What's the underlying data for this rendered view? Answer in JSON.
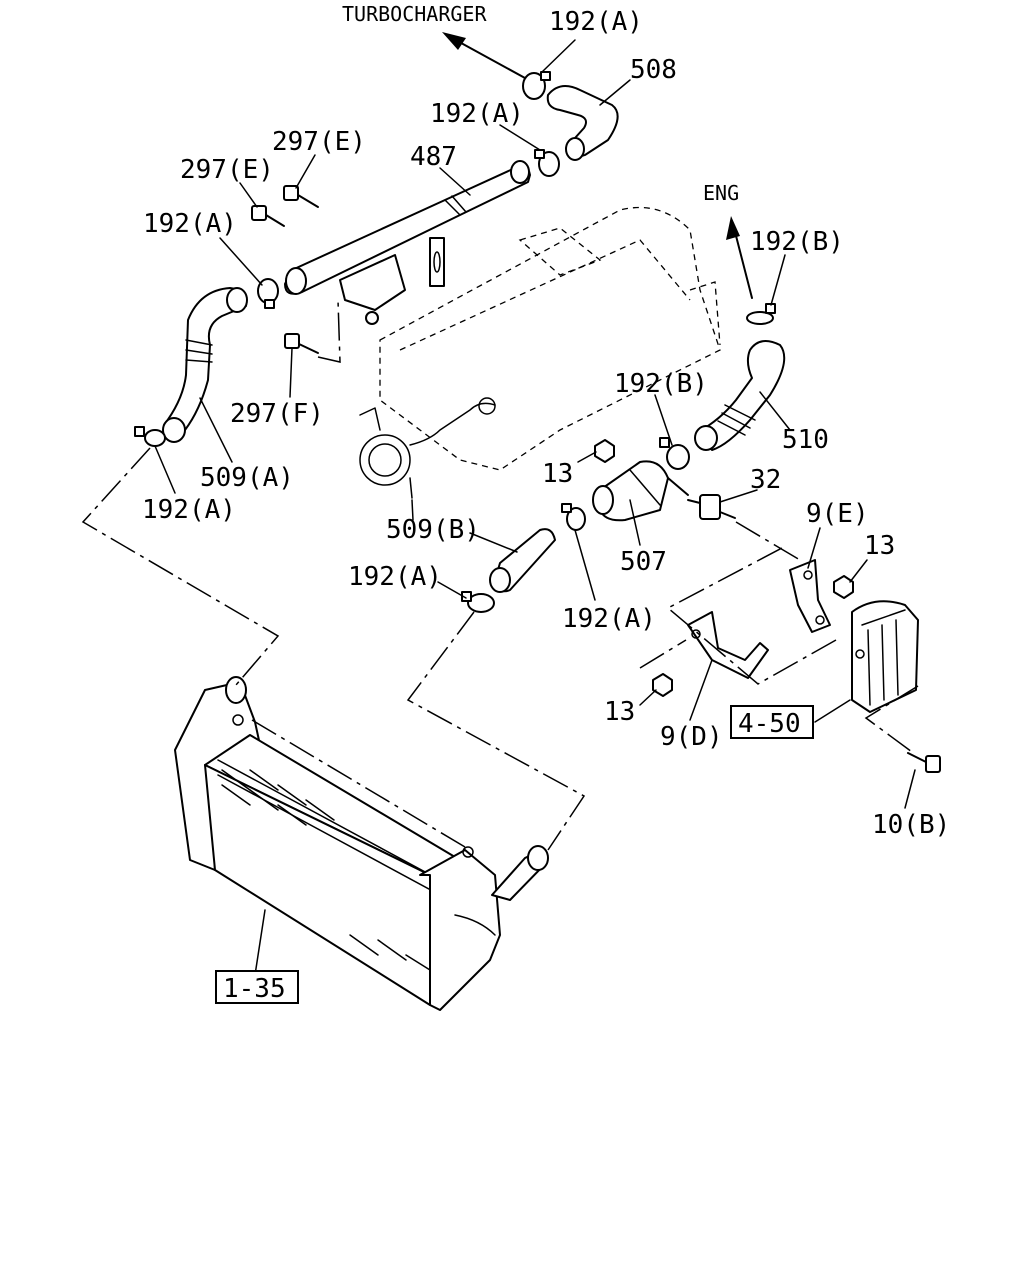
{
  "labels": {
    "turbocharger": "TURBOCHARGER",
    "eng": "ENG",
    "c192a_1": "192(A)",
    "c192a_2": "192(A)",
    "c192a_3": "192(A)",
    "c192a_4": "192(A)",
    "c192a_5": "192(A)",
    "c192a_6": "192(A)",
    "c192b_1": "192(B)",
    "c192b_2": "192(B)",
    "p508": "508",
    "p487": "487",
    "p297e_1": "297(E)",
    "p297e_2": "297(E)",
    "p297f": "297(F)",
    "p509a": "509(A)",
    "p509b": "509(B)",
    "p510": "510",
    "p13_1": "13",
    "p13_2": "13",
    "p13_3": "13",
    "p507": "507",
    "p32": "32",
    "p9e": "9(E)",
    "p9d": "9(D)",
    "p10b": "10(B)",
    "ref_450": "4-50",
    "ref_135": "1-35"
  }
}
